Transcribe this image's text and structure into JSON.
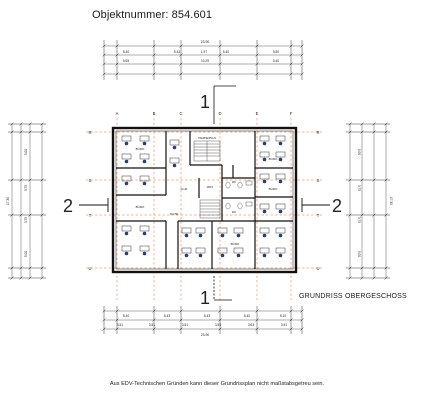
{
  "header": {
    "object_number": "Objektnummer: 854.601"
  },
  "plan": {
    "title": "GRUNDRISS OBERGESCHOSS",
    "disclaimer": "Aus EDV-Technischen Gründen kann dieser Grundrissplan nicht maßstabsgetreu sein.",
    "section_marks": [
      "1",
      "1",
      "2",
      "2"
    ],
    "axes": {
      "columns": [
        "A",
        "B",
        "C",
        "D",
        "E",
        "F"
      ],
      "rows": [
        "R",
        "S",
        "T",
        "U"
      ]
    },
    "dimensions": {
      "top_total": "23.90",
      "top_row1": [
        "5.40",
        "5.43",
        "1.97",
        "5.40",
        "5.50"
      ],
      "top_row2": [
        "5.65",
        "10.25",
        "5.40"
      ],
      "bottom_total": "23.90",
      "bottom_row1": [
        "5.40",
        "5.43",
        "5.43",
        "5.40",
        "5.10"
      ],
      "bottom_row2": [
        "3.51",
        "3.51",
        "3.51",
        "3.53",
        "3.63",
        "3.51"
      ],
      "left_total": "17.30",
      "left_chain": [
        "5.00",
        "3.75",
        "3.75",
        "5.00"
      ],
      "right_total": "17.30",
      "right_chain": [
        "5.00",
        "3.75",
        "3.75",
        "5.00"
      ]
    },
    "room_labels": [
      "BÜRO",
      "BÜRO",
      "BÜRO",
      "BÜRO",
      "BÜRO",
      "WC",
      "WC",
      "FLUR",
      "TREPPENHAUS",
      "ABST.",
      "KÜCHE"
    ]
  }
}
